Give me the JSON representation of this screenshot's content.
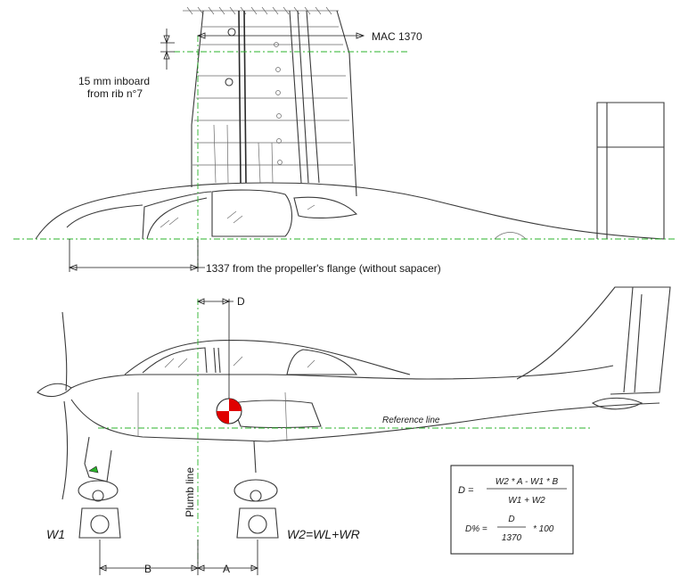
{
  "top_view": {
    "mac_label": "MAC 1370",
    "inboard_line1": "15 mm inboard",
    "inboard_line2": "from rib n°7",
    "flange_label": "1337 from the propeller's flange (without sapacer)"
  },
  "side_view": {
    "d_label": "D",
    "reference_line": "Reference line",
    "plumb_line": "Plumb line",
    "w1_label": "W1",
    "w2_label": "W2=WL+WR",
    "b_label": "B",
    "a_label": "A"
  },
  "formula": {
    "d_lhs": "D =",
    "d_numerator": "W2 * A - W1 * B",
    "d_denominator": "W1 + W2",
    "pct_lhs": "D% =",
    "pct_numerator": "D",
    "pct_denominator": "1370",
    "pct_suffix": "* 100"
  },
  "colors": {
    "centerline": "#2bb32b",
    "cg_marker": "#e00000"
  }
}
